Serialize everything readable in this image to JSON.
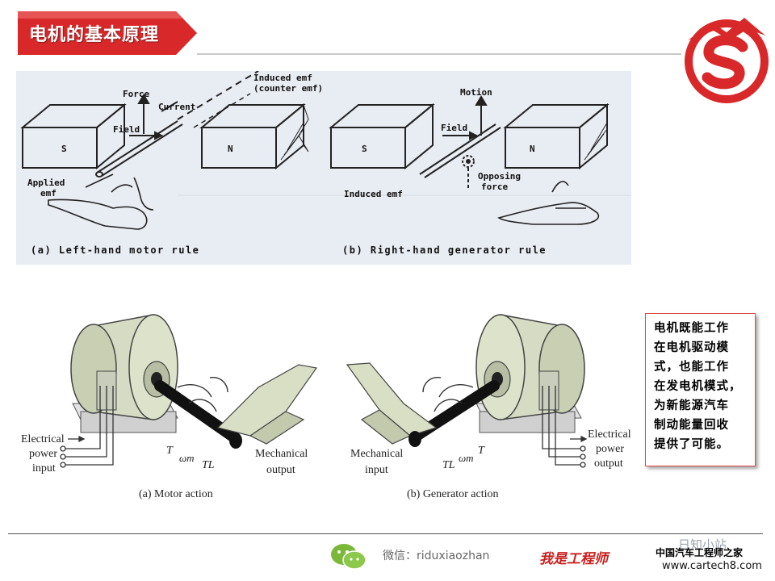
{
  "slide": {
    "title": "电机的基本原理",
    "accent_color": "#d8282a"
  },
  "top_diagram": {
    "labels": {
      "force": "Force",
      "current": "Current",
      "induced_emf_counter_line1": "Induced emf",
      "induced_emf_counter_line2": "(counter emf)",
      "field_left": "Field",
      "s_left": "S",
      "n_left": "N",
      "applied_emf_line1": "Applied",
      "applied_emf_line2": "emf",
      "motion": "Motion",
      "field_right": "Field",
      "s_right": "S",
      "n_right": "N",
      "opposing_force_line1": "Opposing",
      "opposing_force_line2": "force",
      "induced_emf": "Induced emf"
    },
    "captions": {
      "left": "(a) Left-hand motor rule",
      "right": "(b) Right-hand generator rule"
    }
  },
  "bottom_diagram": {
    "motor": {
      "electrical_input": [
        "Electrical",
        "power",
        "input"
      ],
      "T": "T",
      "omega": "ωm",
      "TL": "TL",
      "mechanical_output": [
        "Mechanical",
        "output"
      ],
      "caption": "(a) Motor action"
    },
    "generator": {
      "mechanical_input": [
        "Mechanical",
        "input"
      ],
      "TL": "TL",
      "omega": "ωm",
      "T": "T",
      "electrical_output": [
        "Electrical",
        "power",
        "output"
      ],
      "caption": "(b) Generator action"
    }
  },
  "note": {
    "lines": [
      "电机既能工作",
      "在电机驱动模",
      "式，也能工作",
      "在发电机模式，",
      "为新能源汽车",
      "制动能量回收",
      "提供了可能。"
    ],
    "border_color": "#e04b4b"
  },
  "footer": {
    "wechat": "微信：riduxiaozhan",
    "slogan": "我是工程师",
    "brand": "日知小站",
    "sub": "中国汽车工程师之家",
    "url": "www.cartech8.com"
  }
}
